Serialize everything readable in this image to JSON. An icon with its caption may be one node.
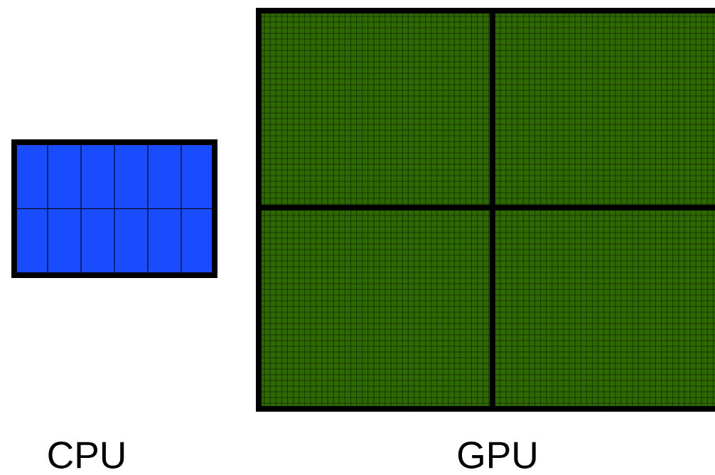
{
  "diagram": {
    "nodes": [
      {
        "text": [],
        "shape": "box"
      },
      {
        "text": [],
        "shape": "box"
      }
    ],
    "labels": [
      "CPU",
      "GPU"
    ]
  }
}
